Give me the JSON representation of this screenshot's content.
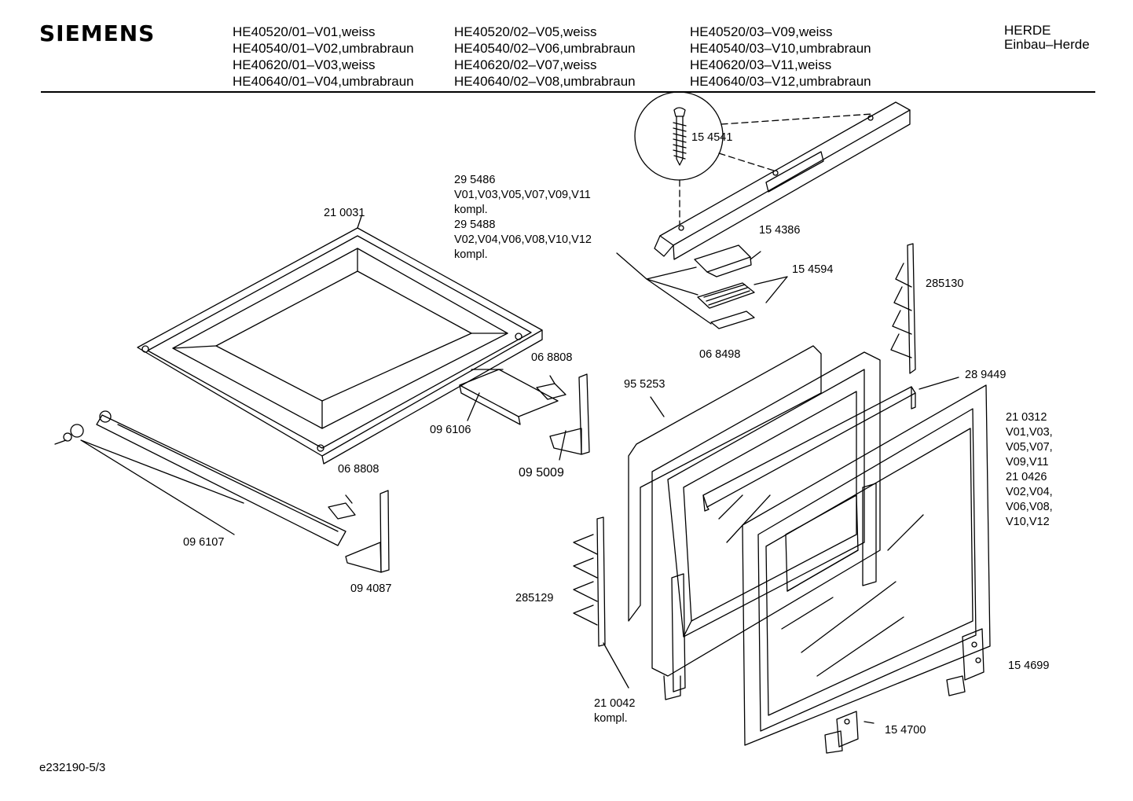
{
  "header": {
    "brand": "SIEMENS",
    "models_col1": [
      "HE40520/01–V01,weiss",
      "HE40540/01–V02,umbrabraun",
      "HE40620/01–V03,weiss",
      "HE40640/01–V04,umbrabraun"
    ],
    "models_col2": [
      "HE40520/02–V05,weiss",
      "HE40540/02–V06,umbrabraun",
      "HE40620/02–V07,weiss",
      "HE40640/02–V08,umbrabraun"
    ],
    "models_col3": [
      "HE40520/03–V09,weiss",
      "HE40540/03–V10,umbrabraun",
      "HE40620/03–V11,weiss",
      "HE40640/03–V12,umbrabraun"
    ],
    "category": [
      "HERDE",
      "Einbau–Herde"
    ]
  },
  "parts": {
    "p154541": "15 4541",
    "p295486": [
      "29 5486",
      "V01,V03,V05,V07,V09,V11",
      "kompl.",
      "29 5488",
      "V02,V04,V06,V08,V10,V12",
      "kompl."
    ],
    "p210031": "21 0031",
    "p154386": "15 4386",
    "p154594": "15 4594",
    "p285130": "285130",
    "p068498": "06 8498",
    "p068808a": "06 8808",
    "p095253": "95 5253",
    "p289449": "28 9449",
    "p210312": [
      "21 0312",
      "V01,V03,",
      "V05,V07,",
      "V09,V11",
      "21 0426",
      "V02,V04,",
      "V06,V08,",
      "V10,V12"
    ],
    "p096106": "09 6106",
    "p095009": "09 5009",
    "p068808b": "06 8808",
    "p096107": "09 6107",
    "p094087": "09 4087",
    "p285129": "285129",
    "p154699": "15 4699",
    "p210042": [
      "21 0042",
      "kompl."
    ],
    "p154700": "15 4700"
  },
  "footer": {
    "code": "e232190-5/3"
  }
}
